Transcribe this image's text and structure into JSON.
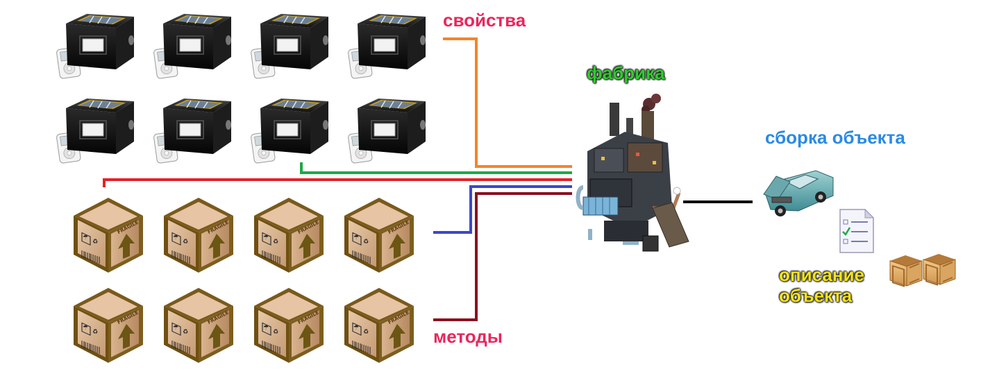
{
  "labels": {
    "properties": "свойства",
    "factory": "фабрика",
    "assembly": "сборка объекта",
    "description_line1": "описание",
    "description_line2": "объекта",
    "methods": "методы"
  },
  "icons": {
    "property_items": "file-storage-box-with-ipod-icon",
    "method_items": "fragile-cardboard-box-icon",
    "factory": "factory-building-icon",
    "car": "car-icon",
    "document": "checklist-document-icon",
    "wooden_crate": "wooden-crate-icon"
  },
  "colors": {
    "properties_text": "#e8275d",
    "methods_text": "#e8275d",
    "factory_text": "#2ecc2e",
    "assembly_text": "#2a8ae6",
    "description_text": "#f5e416",
    "line_orange": "#f5832a",
    "line_green": "#1ea84a",
    "line_red": "#e32228",
    "line_blue": "#3b48c8",
    "line_darkred": "#8b1020",
    "line_output": "#000000"
  }
}
